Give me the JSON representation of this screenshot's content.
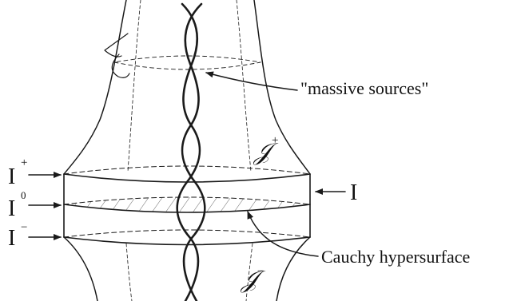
{
  "labels": {
    "massive_sources": "\"massive sources\"",
    "cauchy_hypersurface": "Cauchy hypersurface",
    "scri_plus_letter": "𝒥",
    "scri_plus_sup": "+",
    "scri_minus_letter": "𝒥",
    "scri_minus_sup": "−",
    "i_plus_base": "I",
    "i_plus_sup": "+",
    "i_zero_base": "I",
    "i_zero_sup": "0",
    "i_minus_base": "I",
    "i_minus_sup": "−",
    "i_right": "I"
  },
  "colors": {
    "ink": "#1a1a1a",
    "background": "#ffffff"
  }
}
